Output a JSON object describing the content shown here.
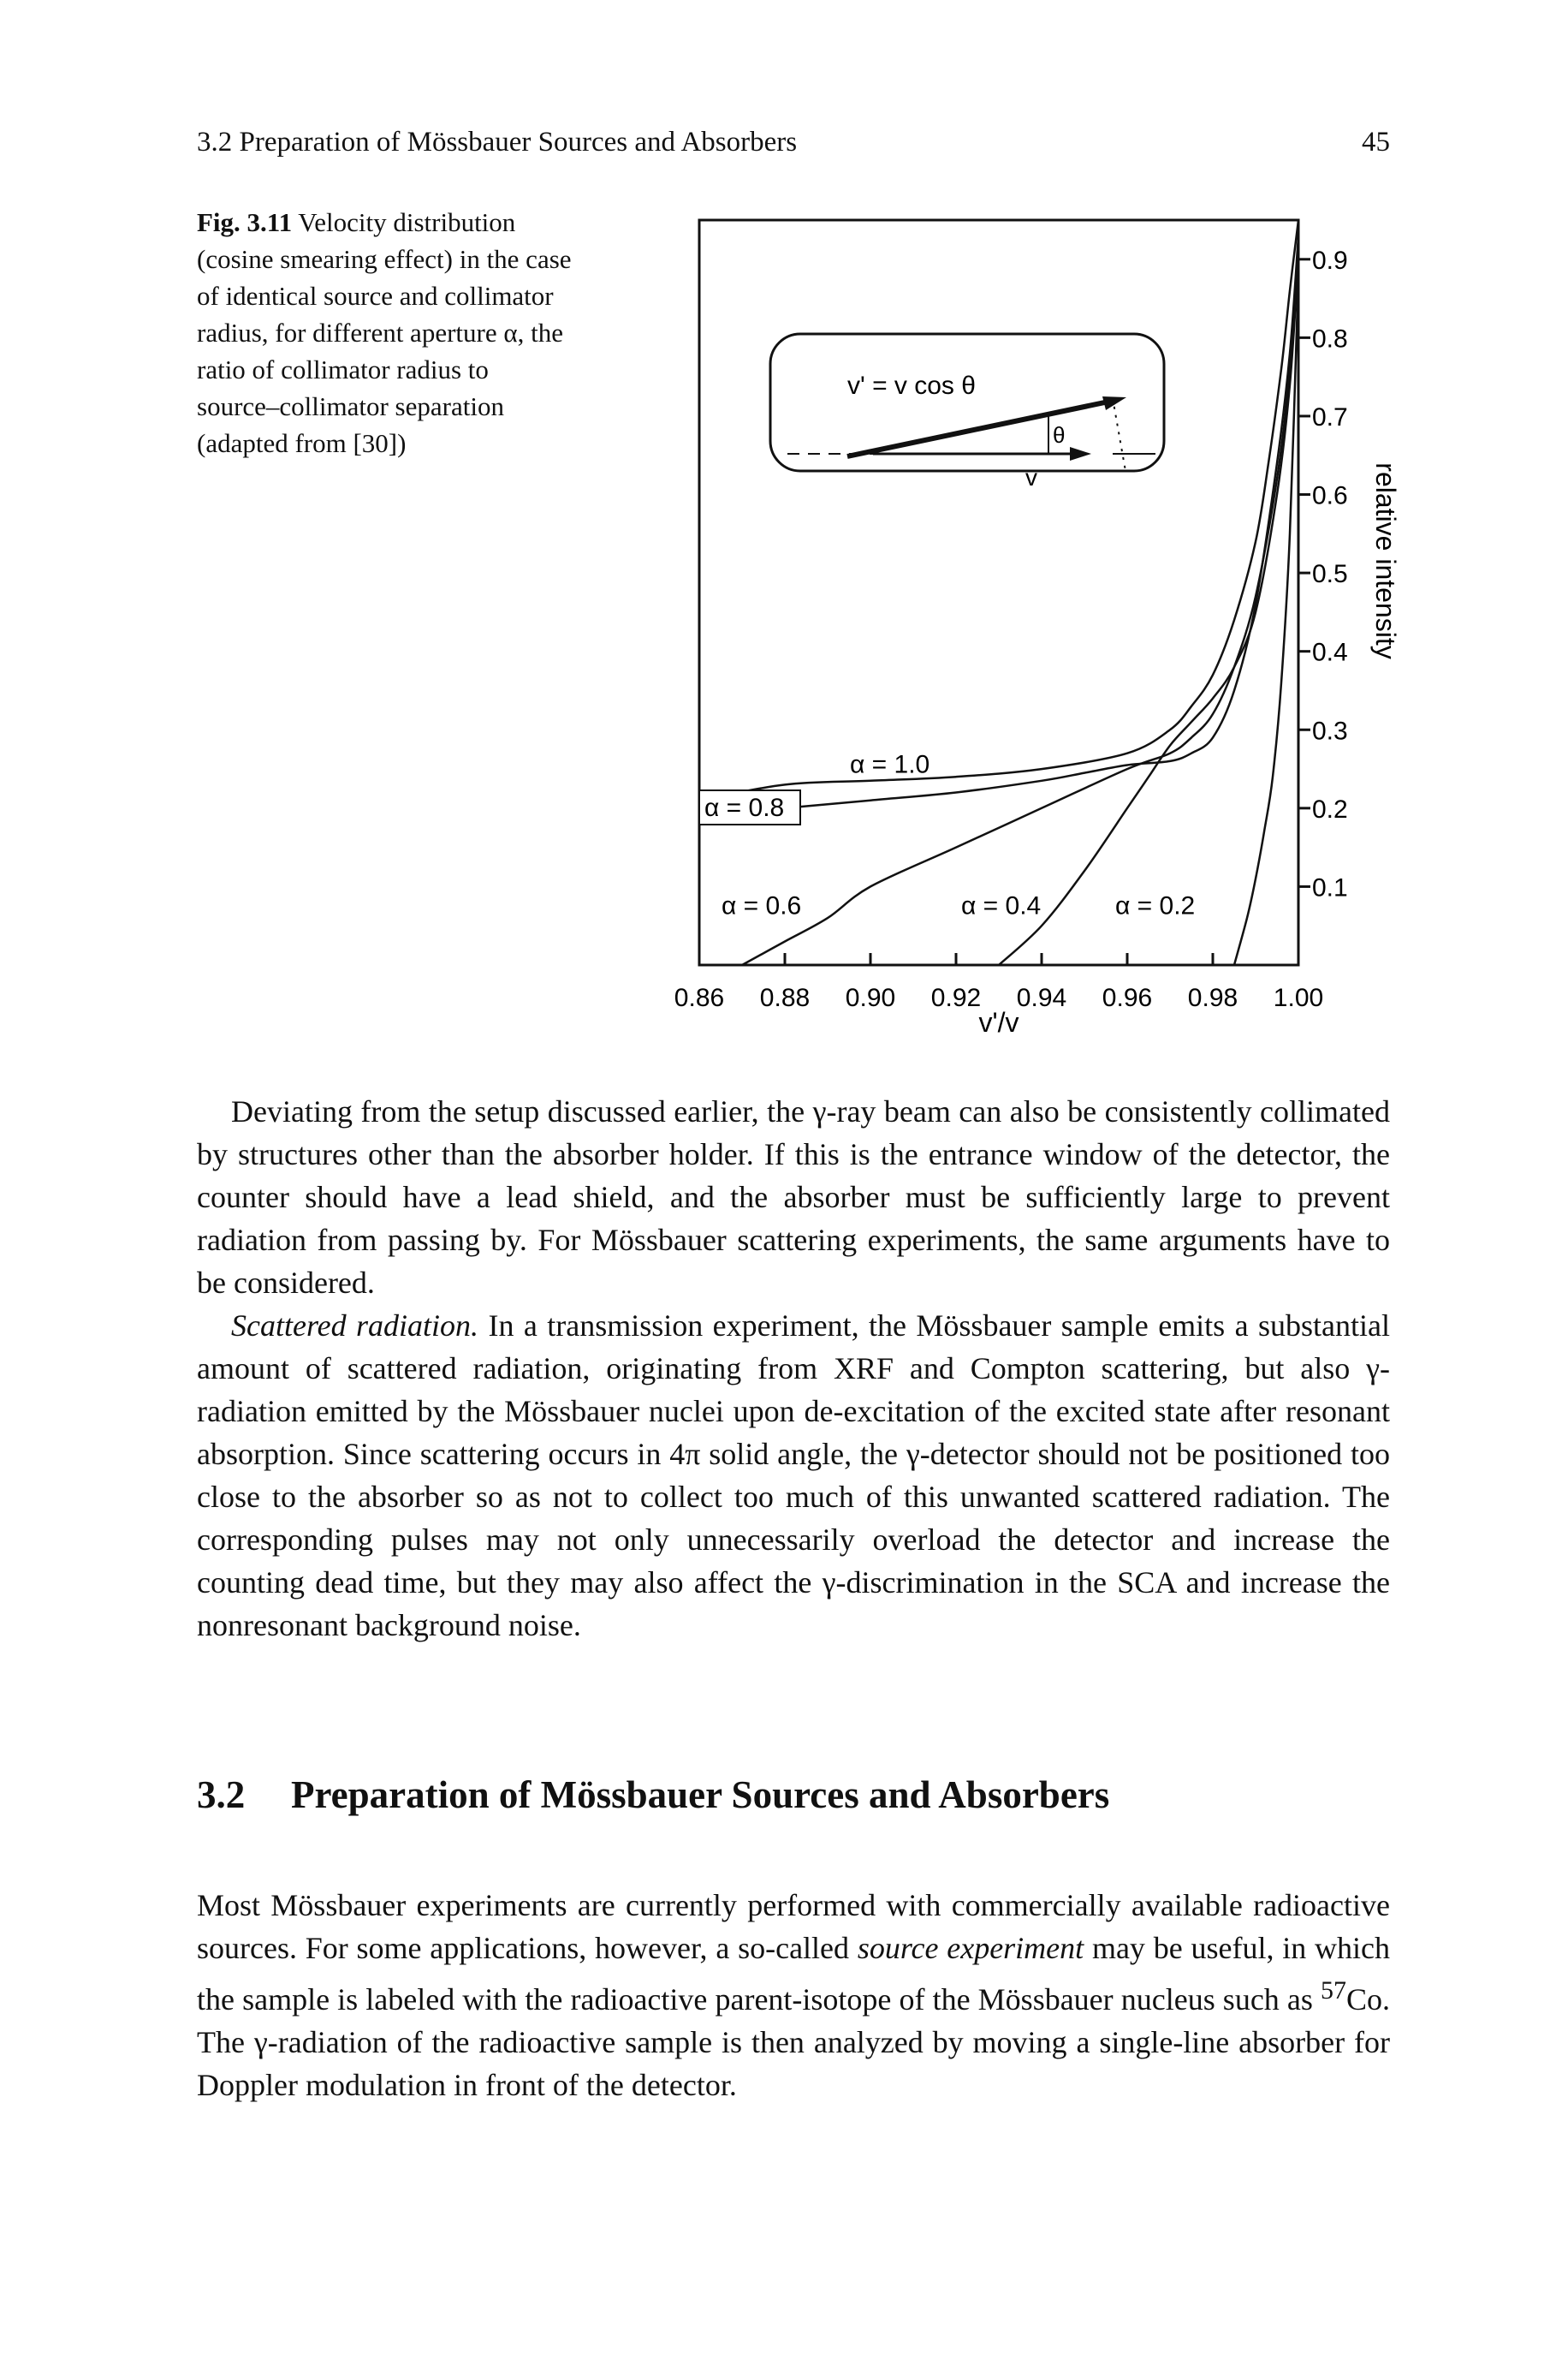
{
  "header": {
    "running_title": "3.2 Preparation of Mössbauer Sources and Absorbers",
    "page_number": "45"
  },
  "figure": {
    "label": "Fig. 3.11",
    "caption": " Velocity distribution (cosine smearing effect) in the case of identical source and collimator radius, for different aperture α, the ratio of collimator radius to source–collimator separation (adapted from [30])",
    "inset": {
      "formula": "v' = v cos θ",
      "theta": "θ",
      "v_label": "v"
    }
  },
  "chart_data": {
    "type": "line",
    "title": "",
    "xlabel": "v'/v",
    "ylabel": "relative intensity",
    "xlim": [
      0.86,
      1.0
    ],
    "ylim": [
      0.0,
      0.95
    ],
    "x_ticks": [
      "0.86",
      "0.88",
      "0.90",
      "0.92",
      "0.94",
      "0.96",
      "0.98",
      "1.00"
    ],
    "y_ticks": [
      "0.1",
      "0.2",
      "0.3",
      "0.4",
      "0.5",
      "0.6",
      "0.7",
      "0.8",
      "0.9"
    ],
    "y_axis_side": "right",
    "series": [
      {
        "name": "α = 1.0",
        "x": [
          0.86,
          0.88,
          0.9,
          0.92,
          0.94,
          0.96,
          0.97,
          0.975,
          0.98,
          0.985,
          0.99,
          0.993,
          0.996,
          0.998,
          1.0
        ],
        "y": [
          0.21,
          0.23,
          0.235,
          0.24,
          0.25,
          0.27,
          0.3,
          0.33,
          0.37,
          0.44,
          0.54,
          0.64,
          0.76,
          0.86,
          0.95
        ]
      },
      {
        "name": "α = 0.8",
        "x": [
          0.86,
          0.88,
          0.9,
          0.92,
          0.94,
          0.95,
          0.96,
          0.97,
          0.975,
          0.98,
          0.985,
          0.99,
          0.995,
          0.998,
          1.0
        ],
        "y": [
          0.19,
          0.2,
          0.21,
          0.22,
          0.235,
          0.245,
          0.255,
          0.26,
          0.27,
          0.29,
          0.35,
          0.46,
          0.64,
          0.78,
          0.93
        ]
      },
      {
        "name": "α = 0.6",
        "x": [
          0.87,
          0.88,
          0.89,
          0.9,
          0.92,
          0.94,
          0.96,
          0.97,
          0.975,
          0.98,
          0.985,
          0.99,
          0.995,
          0.998,
          1.0
        ],
        "y": [
          0.0,
          0.03,
          0.06,
          0.1,
          0.15,
          0.2,
          0.25,
          0.27,
          0.29,
          0.32,
          0.38,
          0.47,
          0.62,
          0.76,
          0.92
        ]
      },
      {
        "name": "α = 0.4",
        "x": [
          0.93,
          0.94,
          0.95,
          0.96,
          0.965,
          0.97,
          0.975,
          0.98,
          0.985,
          0.99,
          0.995,
          0.998,
          1.0
        ],
        "y": [
          0.0,
          0.05,
          0.12,
          0.2,
          0.24,
          0.28,
          0.31,
          0.34,
          0.38,
          0.45,
          0.6,
          0.74,
          0.9
        ]
      },
      {
        "name": "α = 0.2",
        "x": [
          0.985,
          0.988,
          0.99,
          0.992,
          0.994,
          0.996,
          0.998,
          1.0
        ],
        "y": [
          0.0,
          0.06,
          0.11,
          0.17,
          0.24,
          0.36,
          0.55,
          0.88
        ]
      }
    ],
    "grid": false,
    "legend": "inline labels"
  },
  "paragraphs_block1": [
    "Deviating from the setup discussed earlier, the γ-ray beam can also be consistently collimated by structures other than the absorber holder. If this is the entrance window of the detector, the counter should have a lead shield, and the absorber must be sufficiently large to prevent radiation from passing by. For Mössbauer scattering experiments, the same arguments have to be considered."
  ],
  "para2": {
    "lead": "Scattered radiation.",
    "text": " In a transmission experiment, the Mössbauer sample emits a substantial amount of scattered radiation, originating from XRF and Compton scattering, but also γ-radiation emitted by the Mössbauer nuclei upon de-excitation of the excited state after resonant absorption. Since scattering occurs in 4π solid angle, the γ-detector should not be positioned too close to the absorber so as not to collect too much of this unwanted scattered radiation. The corresponding pulses may not only unnecessarily overload the detector and increase the counting dead time, but they may also affect the γ-discrimination in the SCA and increase the nonresonant background noise."
  },
  "section": {
    "number": "3.2",
    "title": "Preparation of Mössbauer Sources and Absorbers"
  },
  "para3": {
    "part1": "Most Mössbauer experiments are currently performed with commercially available radioactive sources. For some applications, however, a so-called ",
    "emph": "source experiment",
    "part2": " may be useful, in which the sample is labeled with the radioactive parent-isotope of the Mössbauer nucleus such as ",
    "sup": "57",
    "part3": "Co. The γ-radiation of the radioactive sample is then analyzed by moving a single-line absorber for Doppler modulation in front of the detector."
  }
}
